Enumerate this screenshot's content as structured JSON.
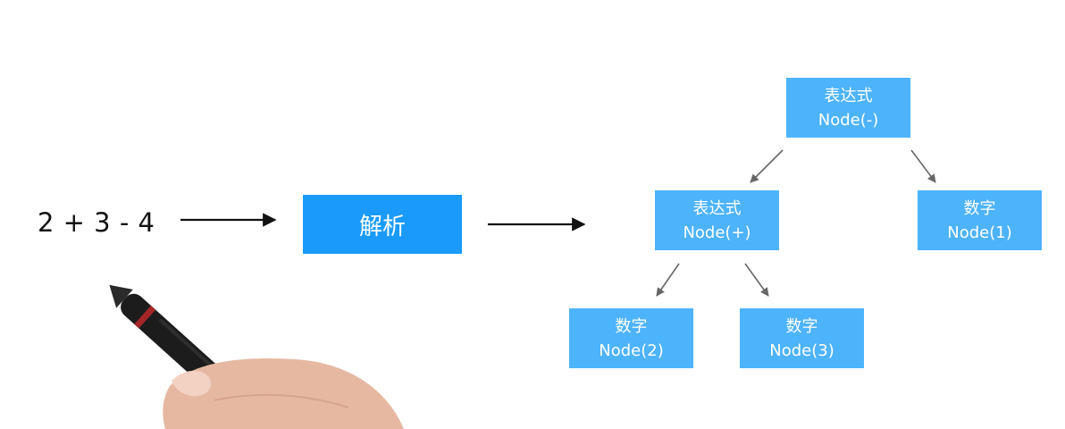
{
  "expression": "2 + 3 - 4",
  "parse_label": "解析",
  "nodes": {
    "root": {
      "title": "表达式",
      "label": "Node(-)"
    },
    "plus": {
      "title": "表达式",
      "label": "Node(+)"
    },
    "one": {
      "title": "数字",
      "label": "Node(1)"
    },
    "two": {
      "title": "数字",
      "label": "Node(2)"
    },
    "three": {
      "title": "数字",
      "label": "Node(3)"
    }
  },
  "colors": {
    "parse_box": "#1a9bfc",
    "node_box": "#4db3fb",
    "arrow_main": "#111111",
    "arrow_tree": "#666666"
  }
}
